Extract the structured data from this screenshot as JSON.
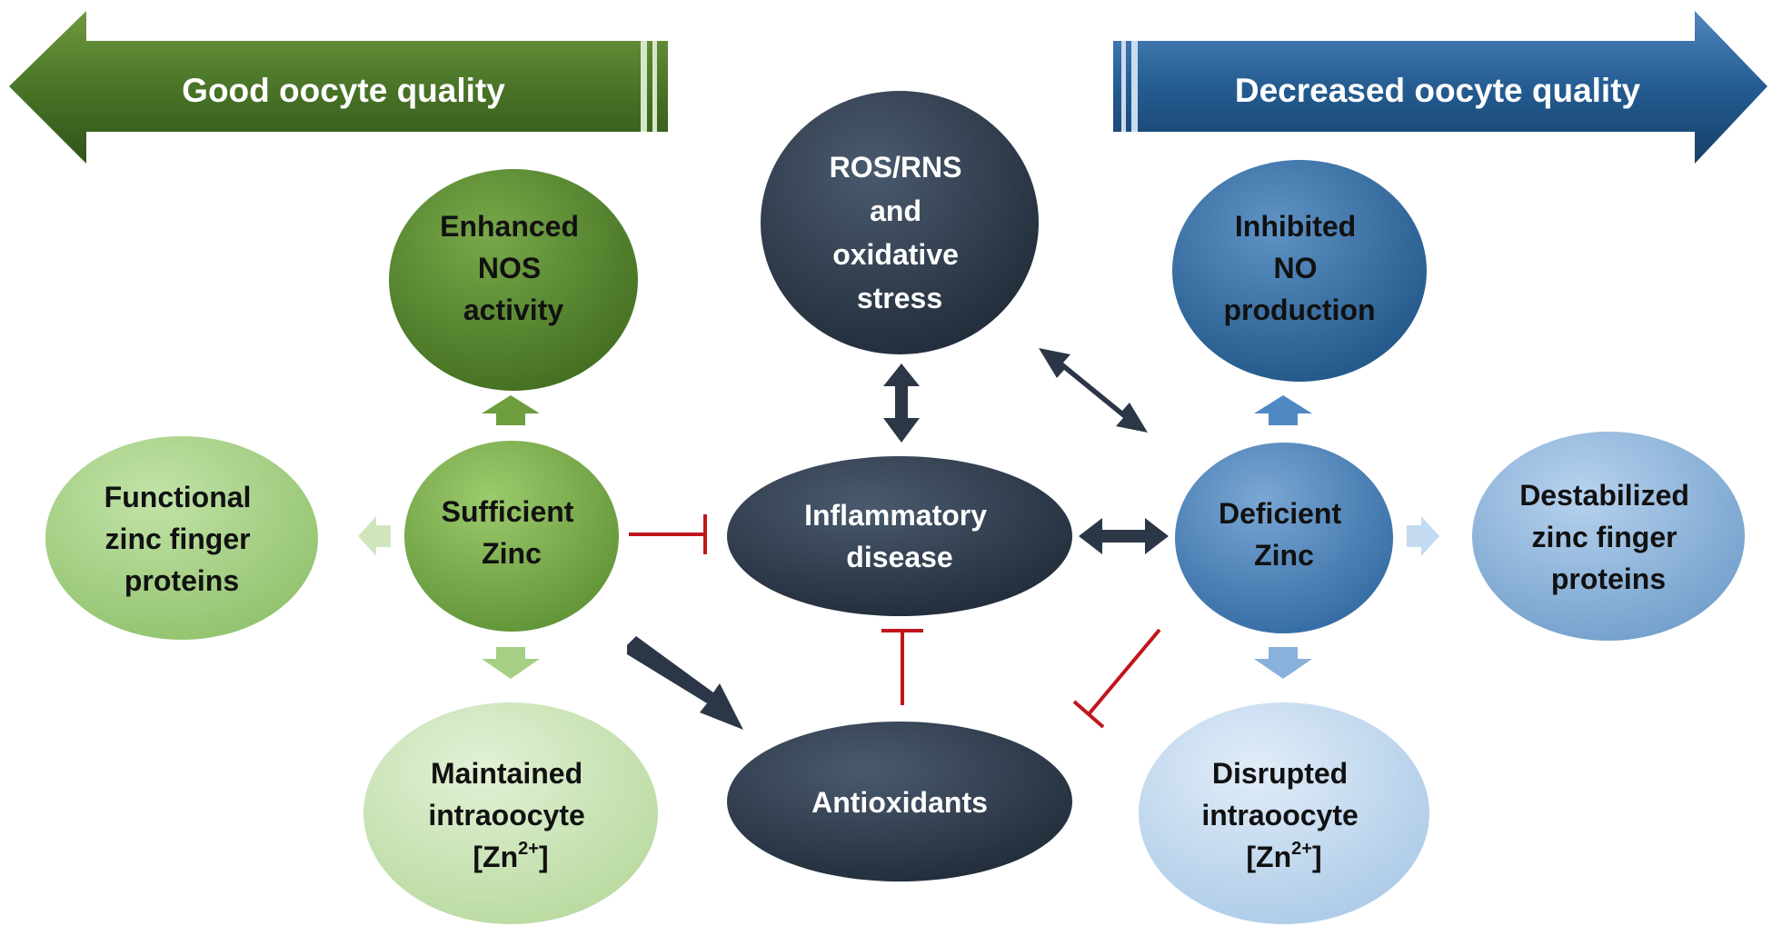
{
  "banners": {
    "left": "Good oocyte quality",
    "right": "Decreased oocyte quality"
  },
  "nodes": {
    "enhanced_nos": [
      "Enhanced",
      "NOS",
      "activity"
    ],
    "functional_zfp": [
      "Functional",
      "zinc finger",
      "proteins"
    ],
    "sufficient_zinc": [
      "Sufficient",
      "Zinc"
    ],
    "maintained_zn": [
      "Maintained",
      "intraoocyte",
      "[Zn",
      "2+",
      "]"
    ],
    "ros_rns": [
      "ROS/RNS",
      "and",
      "oxidative",
      "stress"
    ],
    "inflammatory": [
      "Inflammatory",
      "disease"
    ],
    "antioxidants": [
      "Antioxidants"
    ],
    "inhibited_no": [
      "Inhibited",
      "NO",
      "production"
    ],
    "deficient_zinc": [
      "Deficient",
      "Zinc"
    ],
    "destabilized_zfp": [
      "Destabilized",
      "zinc finger",
      "proteins"
    ],
    "disrupted_zn": [
      "Disrupted",
      "intraoocyte",
      "[Zn",
      "2+",
      "]"
    ]
  },
  "colors": {
    "dark_navy": "#2b3747",
    "green_dark": "#4e7a26",
    "green_mid": "#6e9d3e",
    "green_light": "#a6cf86",
    "green_pale": "#cfe6bd",
    "blue_dark": "#1f5a8c",
    "blue_mid": "#3f78ad",
    "blue_light": "#88b1db",
    "blue_pale": "#c4daf0",
    "inhibit_red": "#c0161b"
  }
}
